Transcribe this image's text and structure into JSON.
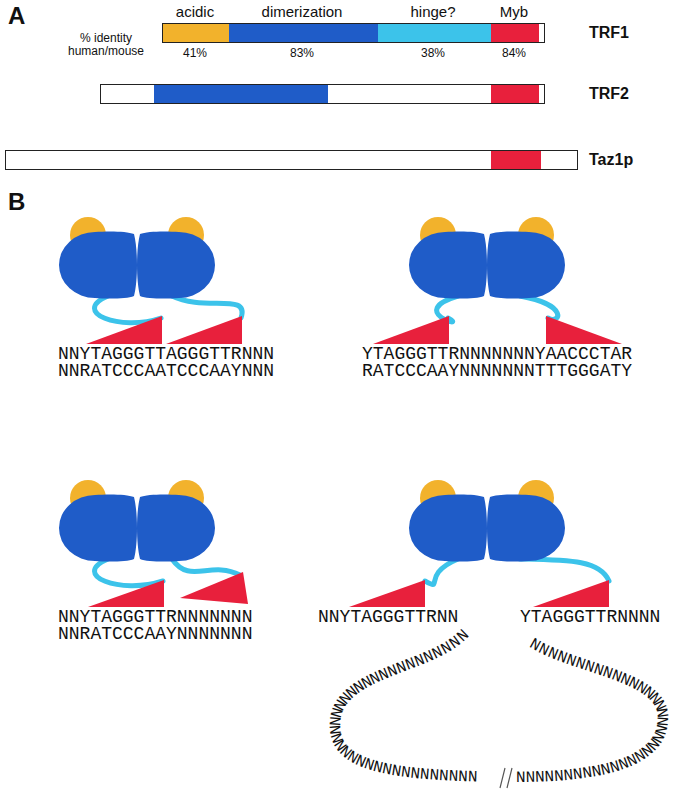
{
  "diagram": {
    "nodes": [
      {
        "text": [
          "TRF1"
        ]
      },
      {
        "text": [
          "TRF2"
        ]
      },
      {
        "text": [
          "Taz1p"
        ]
      }
    ],
    "labels": [
      "A",
      "acidic",
      "dimerization",
      "hinge?",
      "Myb",
      "% identity human/mouse",
      "41%",
      "83%",
      "38%",
      "84%",
      "B",
      "NNYTAGGGTTAGGGTTRNNN",
      "NNRATCCCAATCCCAAYNNN",
      "YTAGGGTTRNNNNNNNYAACCCTAR",
      "RATCCCAAYNNNNNNNTTTGGGATY",
      "NNYTAGGGTTRNNNNNNN",
      "NNRATCCCAAYNNNNNNN",
      "NNYTAGGGTTRNN",
      "YTAGGGTTRNNNN",
      "NNNNNNNNNNNNNNNNNNNNNNNNNNNNNNNNNNNN",
      "NNNNNNNNNNNNNNNNNNNNNNNNNNNNNNNNNNNN"
    ]
  }
}
